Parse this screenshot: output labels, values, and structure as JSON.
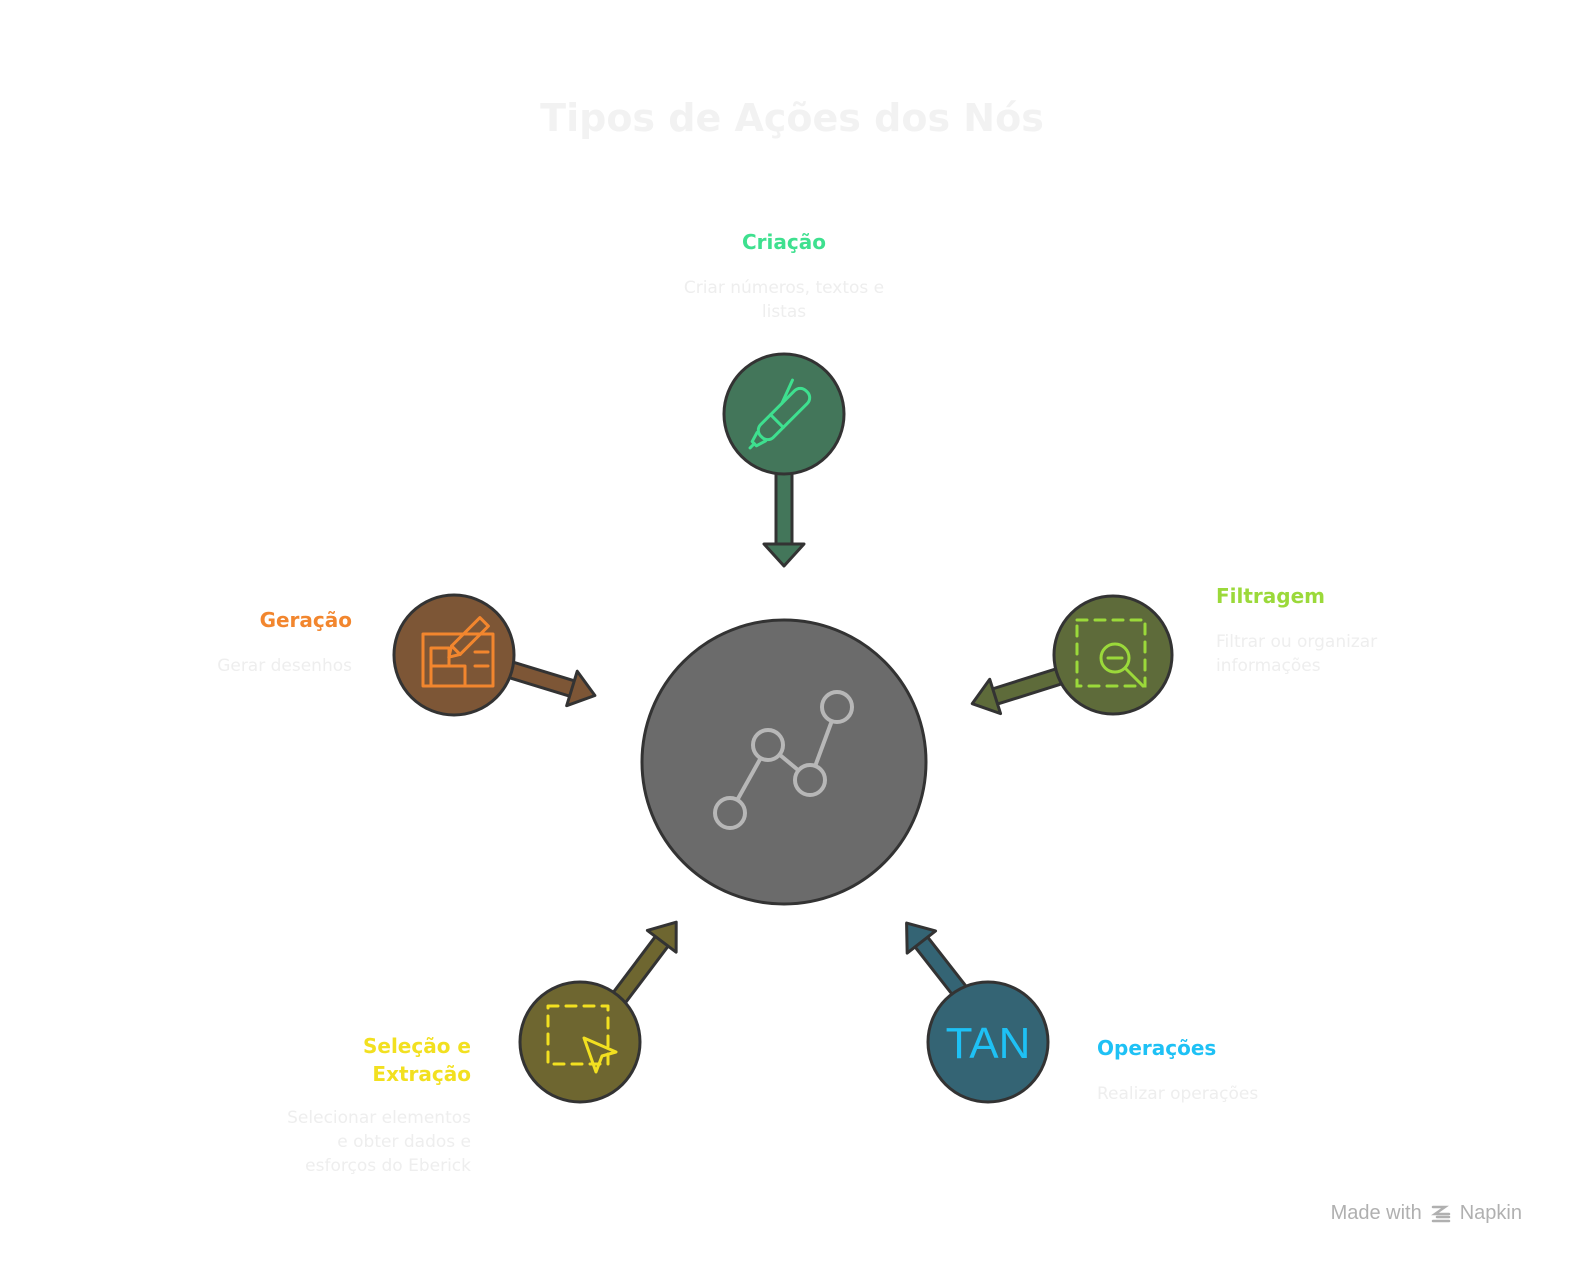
{
  "title": "Tipos de Ações dos Nós",
  "center": {
    "icon": "graph-nodes-icon",
    "color": "#6b6b6b"
  },
  "nodes": [
    {
      "id": "criacao",
      "label": "Criação",
      "description": "Criar números, textos e listas",
      "icon": "pen-icon",
      "color": "#43765a",
      "accent": "#3ee08f"
    },
    {
      "id": "filtragem",
      "label": "Filtragem",
      "description": "Filtrar ou organizar informações",
      "icon": "zoom-out-selection-icon",
      "color": "#5e6b3a",
      "accent": "#9bd93a"
    },
    {
      "id": "operacoes",
      "label": "Operações",
      "description": "Realizar operações",
      "icon": "tan-text-icon",
      "icon_text": "TAN",
      "color": "#346474",
      "accent": "#1ec1f5"
    },
    {
      "id": "selecao",
      "label": "Seleção e Extração",
      "label_lines": [
        "Seleção e",
        "Extração"
      ],
      "description": "Selecionar elementos e obter dados e esforços do Eberick",
      "description_lines": [
        "Selecionar elementos",
        "e obter dados e",
        "esforços do Eberick"
      ],
      "icon": "cursor-selection-icon",
      "color": "#6e6630",
      "accent": "#f2e020"
    },
    {
      "id": "geracao",
      "label": "Geração",
      "description": "Gerar desenhos",
      "icon": "drawing-board-icon",
      "color": "#7d5636",
      "accent": "#f2862e"
    }
  ],
  "watermark": {
    "prefix": "Made with",
    "brand": "Napkin"
  }
}
